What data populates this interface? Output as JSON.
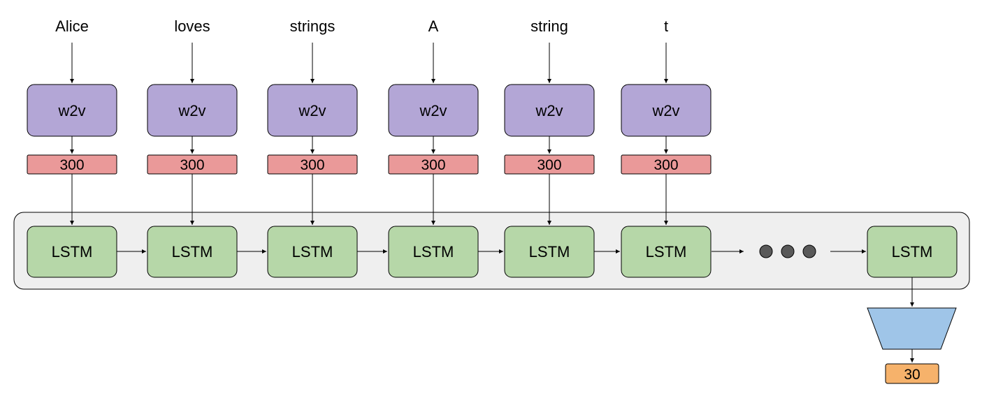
{
  "words": [
    "Alice",
    "loves",
    "strings",
    "A",
    "string",
    "t"
  ],
  "embed_label": "w2v",
  "embed_dim": "300",
  "cell_label": "LSTM",
  "output_dim": "30",
  "colors": {
    "w2v_fill": "#b3a6d6",
    "dim_fill": "#ea9999",
    "lstm_fill": "#b6d7a8",
    "container_fill": "#efefef",
    "dots_fill": "#595959",
    "dense_fill": "#9fc5e8",
    "output_fill": "#f6b26b",
    "stroke": "#000000"
  }
}
